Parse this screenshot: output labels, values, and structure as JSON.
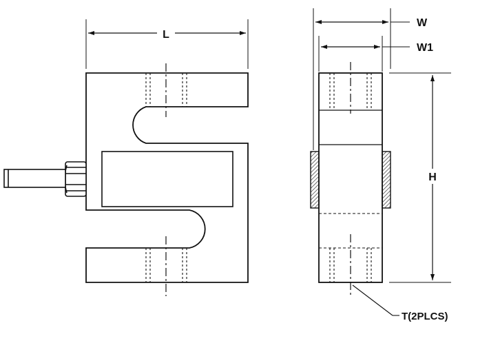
{
  "labels": {
    "length": "L",
    "width": "W",
    "inner_width": "W1",
    "height": "H",
    "thread": "T(2PLCS)"
  },
  "colors": {
    "line": "#111111",
    "background": "#ffffff",
    "hatch": "#555555"
  }
}
